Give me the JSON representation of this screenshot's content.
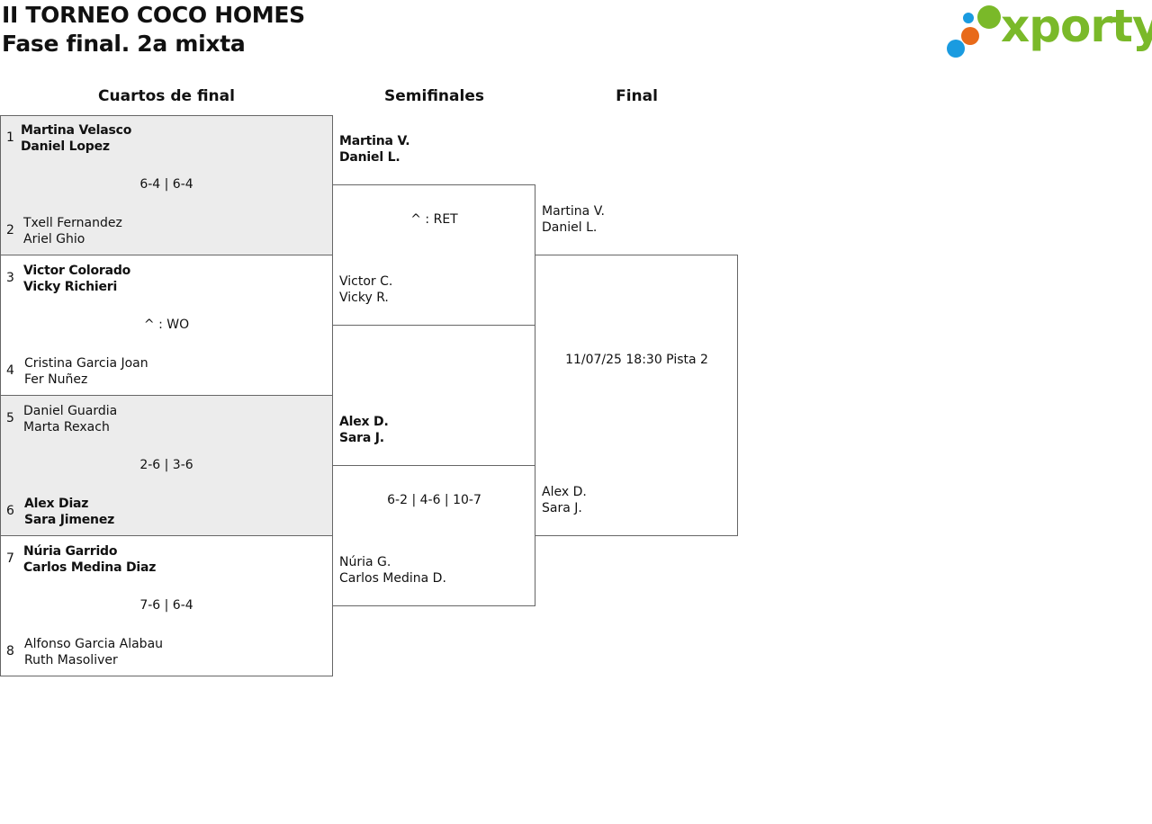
{
  "header": {
    "title": "II TORNEO COCO HOMES",
    "subtitle": "Fase final. 2a mixta",
    "logo_text": "xporty",
    "logo_colors": [
      "#7ab929",
      "#e86a1a",
      "#1a9be0"
    ]
  },
  "rounds": {
    "quarterfinals": "Cuartos de final",
    "semifinals": "Semifinales",
    "final": "Final"
  },
  "quarterfinals": [
    {
      "top": {
        "seed": "1",
        "line1": "Martina Velasco",
        "line2": "Daniel Lopez"
      },
      "result": "6-4 | 6-4",
      "bottom": {
        "seed": "2",
        "line1": "Txell Fernandez",
        "line2": "Ariel Ghio"
      }
    },
    {
      "top": {
        "seed": "3",
        "line1": "Victor Colorado",
        "line2": "Vicky Richieri"
      },
      "result": "^ : WO",
      "bottom": {
        "seed": "4",
        "line1": "Cristina Garcia Joan",
        "line2": "Fer Nuñez"
      }
    },
    {
      "top": {
        "seed": "5",
        "line1": "Daniel Guardia",
        "line2": "Marta Rexach"
      },
      "result": "2-6 | 3-6",
      "bottom": {
        "seed": "6",
        "line1": "Alex Diaz",
        "line2": "Sara Jimenez"
      }
    },
    {
      "top": {
        "seed": "7",
        "line1": "Núria Garrido",
        "line2": "Carlos Medina Diaz"
      },
      "result": "7-6 | 6-4",
      "bottom": {
        "seed": "8",
        "line1": "Alfonso Garcia Alabau",
        "line2": "Ruth Masoliver"
      }
    }
  ],
  "semifinals": [
    {
      "top": {
        "line1": "Martina V.",
        "line2": "Daniel L."
      },
      "result": "^ : RET",
      "bottom": {
        "line1": "Victor C.",
        "line2": "Vicky R."
      }
    },
    {
      "top": {
        "line1": "Alex D.",
        "line2": "Sara J."
      },
      "result": "6-2 | 4-6 | 10-7",
      "bottom": {
        "line1": "Núria G.",
        "line2": "Carlos Medina D."
      }
    }
  ],
  "final": {
    "top": {
      "line1": "Martina V.",
      "line2": "Daniel L."
    },
    "info": "11/07/25 18:30 Pista 2",
    "bottom": {
      "line1": "Alex D.",
      "line2": "Sara J."
    }
  }
}
